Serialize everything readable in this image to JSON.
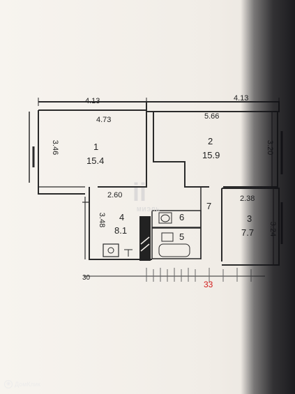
{
  "dims": {
    "top_left": "4.13",
    "top_right": "4.13",
    "room1_width": "4.73",
    "room1_height": "3.46",
    "room2_width": "5.66",
    "room2_height": "3.20",
    "room4_width": "2.60",
    "room4_height": "3.48",
    "room3_width": "2.38",
    "room3_height": "3.24",
    "bottom_left": "30"
  },
  "rooms": [
    {
      "number": "1",
      "area": "15.4"
    },
    {
      "number": "2",
      "area": "15.9"
    },
    {
      "number": "3",
      "area": "7.7"
    },
    {
      "number": "4",
      "area": "8.1"
    },
    {
      "number": "5"
    },
    {
      "number": "6"
    },
    {
      "number": "7"
    }
  ],
  "apartment_number": "33",
  "watermark": {
    "mark": "ii",
    "text": "МИЭЛЬ"
  },
  "brand": {
    "icon": "domclick-icon",
    "text": "ДомКлик"
  },
  "colors": {
    "wall": "#2a2a2a",
    "apartment_number": "#d21a1a"
  }
}
